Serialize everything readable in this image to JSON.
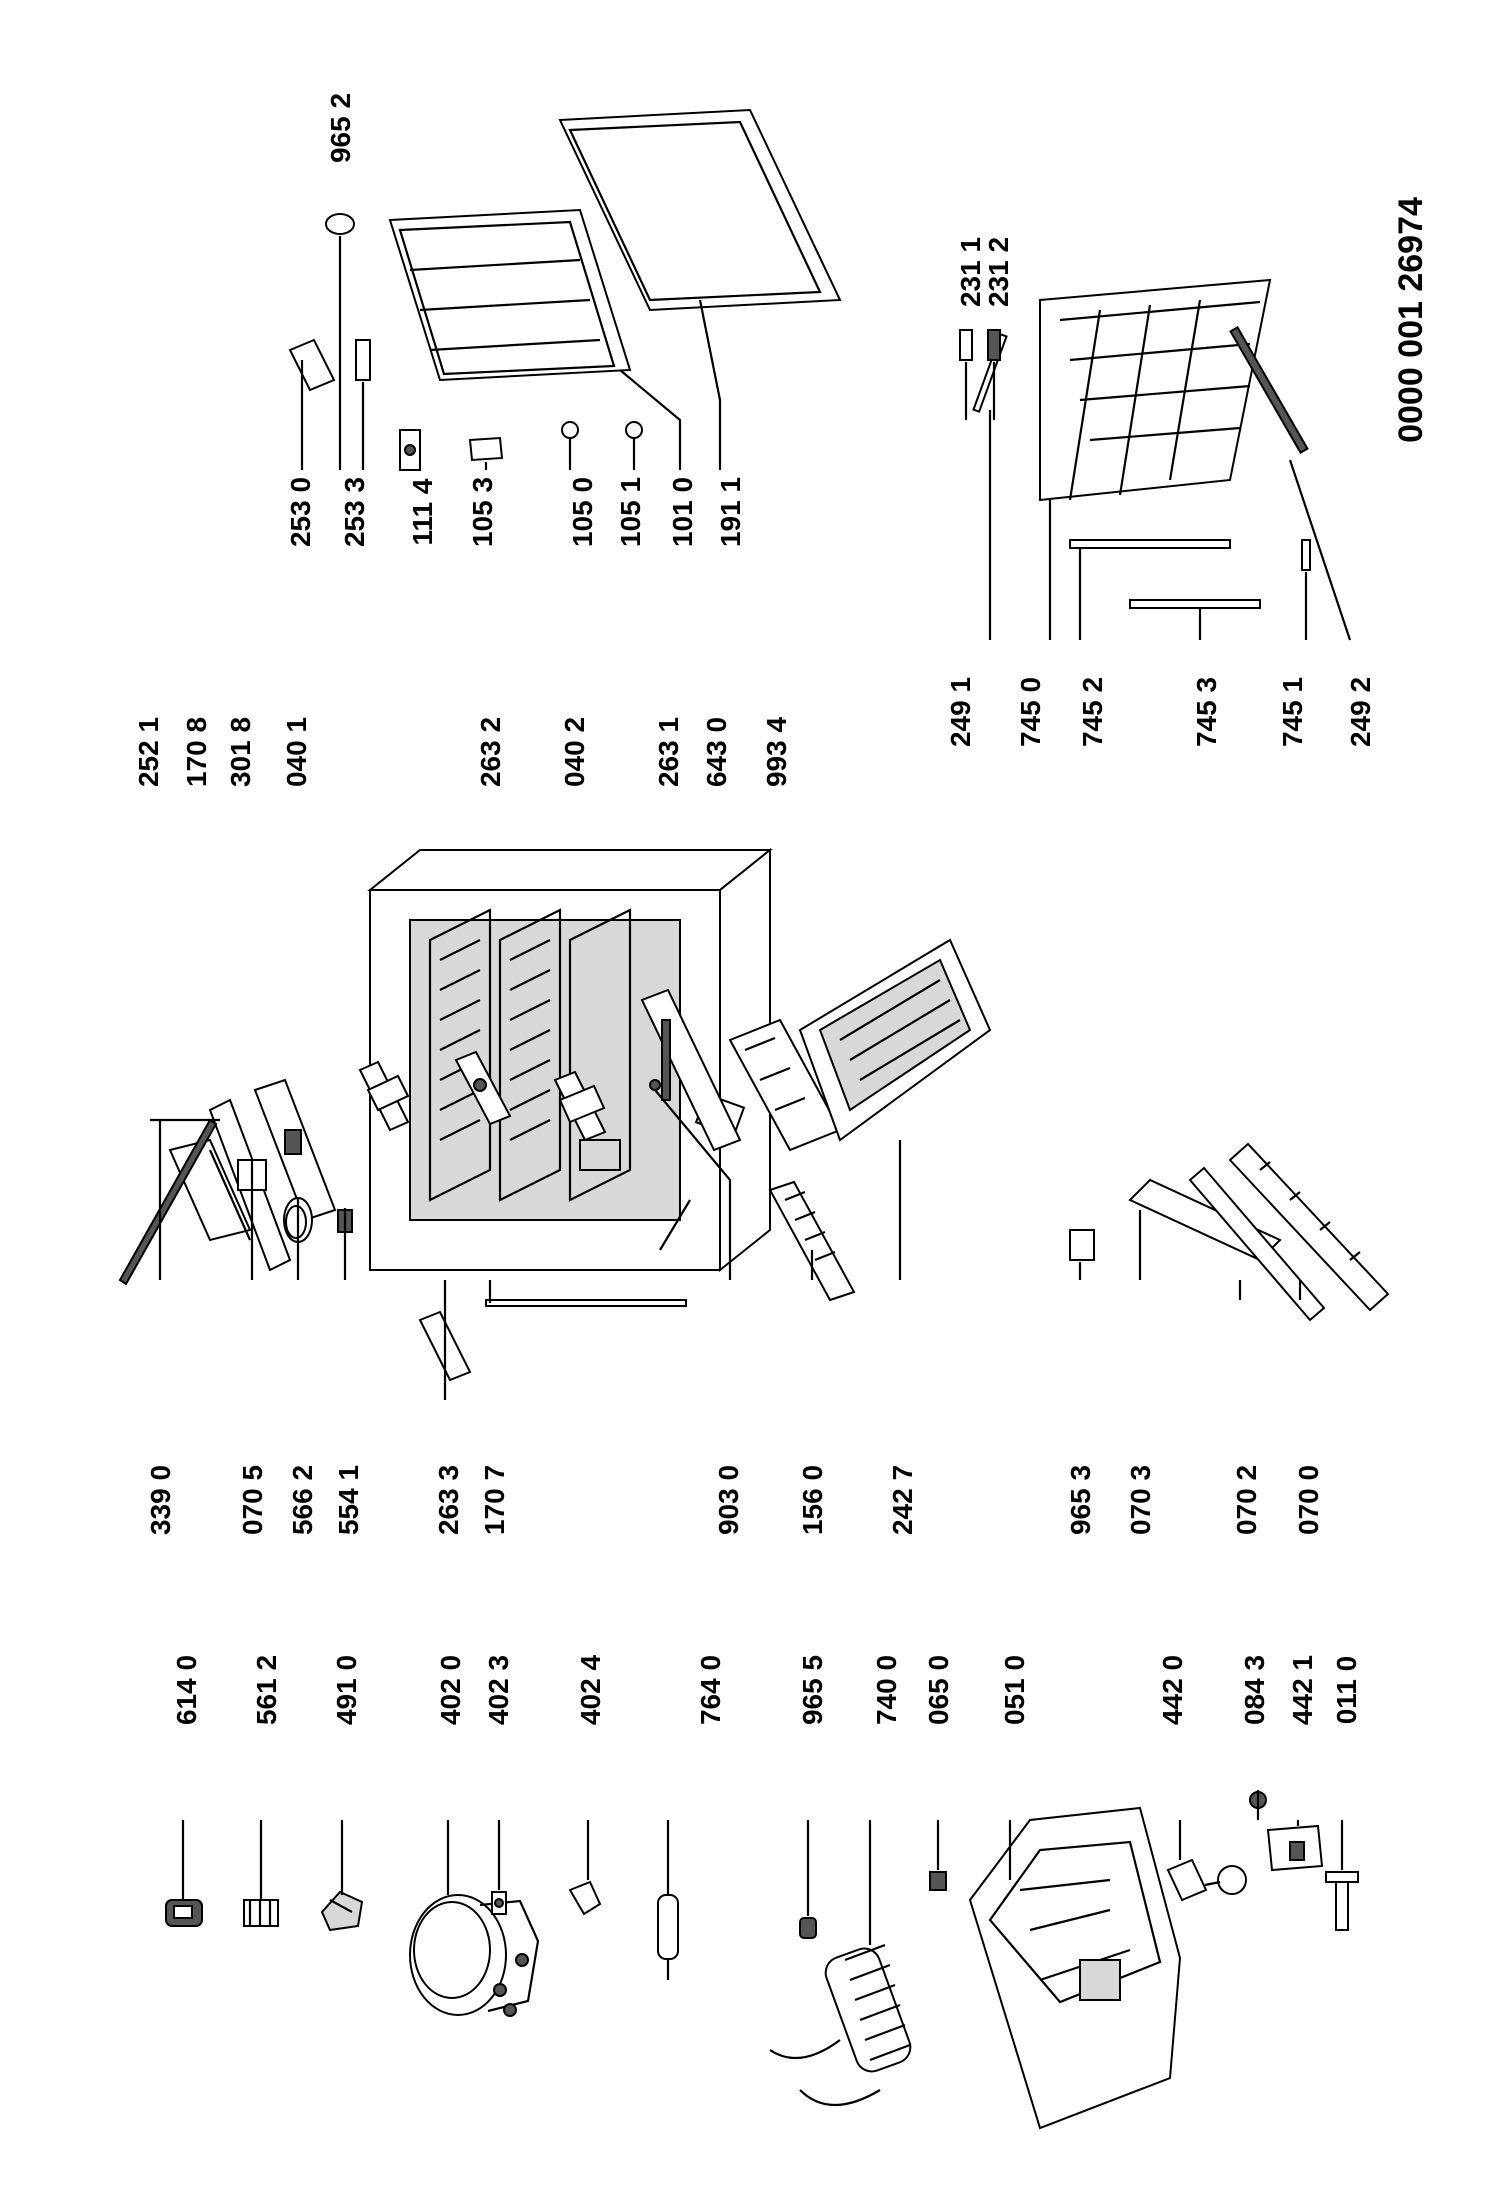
{
  "drawing_number": "0000 001 26974",
  "parts": [
    {
      "id": "p9652",
      "code": "965 2"
    },
    {
      "id": "p2530",
      "code": "253 0"
    },
    {
      "id": "p2533",
      "code": "253 3"
    },
    {
      "id": "p1114",
      "code": "111 4"
    },
    {
      "id": "p1053",
      "code": "105 3"
    },
    {
      "id": "p1050",
      "code": "105 0"
    },
    {
      "id": "p1051",
      "code": "105 1"
    },
    {
      "id": "p1010",
      "code": "101 0"
    },
    {
      "id": "p1911",
      "code": "191 1"
    },
    {
      "id": "p2311",
      "code": "231 1"
    },
    {
      "id": "p2312",
      "code": "231 2"
    },
    {
      "id": "p2521",
      "code": "252 1"
    },
    {
      "id": "p1708",
      "code": "170 8"
    },
    {
      "id": "p3018",
      "code": "301 8"
    },
    {
      "id": "p0401",
      "code": "040 1"
    },
    {
      "id": "p2632",
      "code": "263 2"
    },
    {
      "id": "p0402",
      "code": "040 2"
    },
    {
      "id": "p2631",
      "code": "263 1"
    },
    {
      "id": "p6430",
      "code": "643 0"
    },
    {
      "id": "p9934",
      "code": "993 4"
    },
    {
      "id": "p2491",
      "code": "249 1"
    },
    {
      "id": "p7450",
      "code": "745 0"
    },
    {
      "id": "p7452",
      "code": "745 2"
    },
    {
      "id": "p7453",
      "code": "745 3"
    },
    {
      "id": "p7451",
      "code": "745 1"
    },
    {
      "id": "p2492",
      "code": "249 2"
    },
    {
      "id": "p3390",
      "code": "339 0"
    },
    {
      "id": "p0705",
      "code": "070 5"
    },
    {
      "id": "p5662",
      "code": "566 2"
    },
    {
      "id": "p5541",
      "code": "554 1"
    },
    {
      "id": "p2633",
      "code": "263 3"
    },
    {
      "id": "p1707",
      "code": "170 7"
    },
    {
      "id": "p9030",
      "code": "903 0"
    },
    {
      "id": "p1560",
      "code": "156 0"
    },
    {
      "id": "p2427",
      "code": "242 7"
    },
    {
      "id": "p9653",
      "code": "965 3"
    },
    {
      "id": "p0703",
      "code": "070 3"
    },
    {
      "id": "p0702",
      "code": "070 2"
    },
    {
      "id": "p0700",
      "code": "070 0"
    },
    {
      "id": "p6140",
      "code": "614 0"
    },
    {
      "id": "p5612",
      "code": "561 2"
    },
    {
      "id": "p4910",
      "code": "491 0"
    },
    {
      "id": "p4020",
      "code": "402 0"
    },
    {
      "id": "p4023",
      "code": "402 3"
    },
    {
      "id": "p4024",
      "code": "402 4"
    },
    {
      "id": "p7640",
      "code": "764 0"
    },
    {
      "id": "p9655",
      "code": "965 5"
    },
    {
      "id": "p7400",
      "code": "740 0"
    },
    {
      "id": "p0650",
      "code": "065 0"
    },
    {
      "id": "p0510",
      "code": "051 0"
    },
    {
      "id": "p4420",
      "code": "442 0"
    },
    {
      "id": "p0843",
      "code": "084 3"
    },
    {
      "id": "p4421",
      "code": "442 1"
    },
    {
      "id": "p0110",
      "code": "011 0"
    }
  ]
}
